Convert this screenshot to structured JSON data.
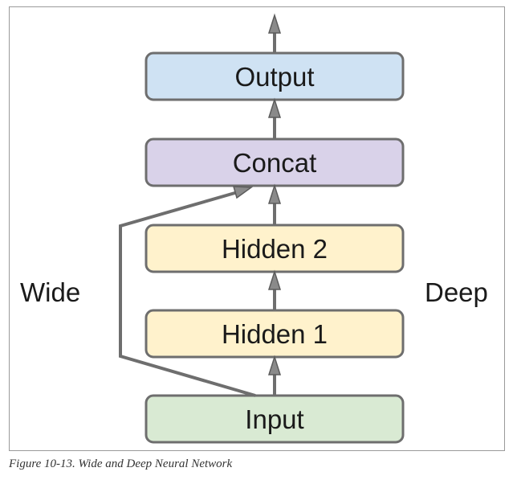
{
  "nodes": {
    "output": {
      "label": "Output",
      "color": "#cfe2f3"
    },
    "concat": {
      "label": "Concat",
      "color": "#d9d2e9"
    },
    "hidden2": {
      "label": "Hidden 2",
      "color": "#fff2cc"
    },
    "hidden1": {
      "label": "Hidden 1",
      "color": "#fff2cc"
    },
    "input": {
      "label": "Input",
      "color": "#d9ead3"
    }
  },
  "side_labels": {
    "wide": "Wide",
    "deep": "Deep"
  },
  "caption": "Figure 10-13. Wide and Deep Neural Network",
  "colors": {
    "stroke": "#6e6e6e"
  }
}
